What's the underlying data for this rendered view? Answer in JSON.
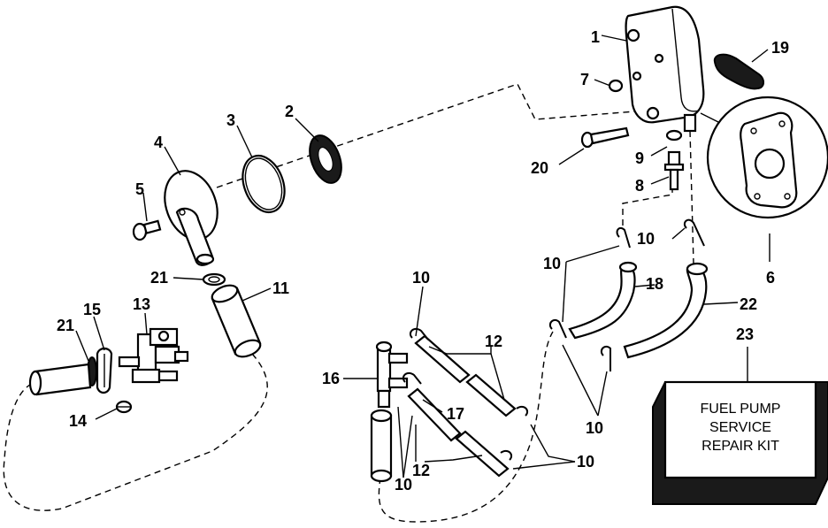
{
  "callouts": {
    "c1": "1",
    "c2": "2",
    "c3": "3",
    "c4": "4",
    "c5": "5",
    "c6": "6",
    "c7": "7",
    "c8": "8",
    "c9": "9",
    "c10a": "10",
    "c10b": "10",
    "c10c": "10",
    "c10d": "10",
    "c10e": "10",
    "c10f": "10",
    "c11": "11",
    "c12a": "12",
    "c12b": "12",
    "c13": "13",
    "c14": "14",
    "c15": "15",
    "c16": "16",
    "c17": "17",
    "c18": "18",
    "c19": "19",
    "c20": "20",
    "c21a": "21",
    "c21b": "21",
    "c22": "22",
    "c23": "23"
  },
  "kit": {
    "line1": "FUEL PUMP",
    "line2": "SERVICE",
    "line3": "REPAIR KIT"
  }
}
